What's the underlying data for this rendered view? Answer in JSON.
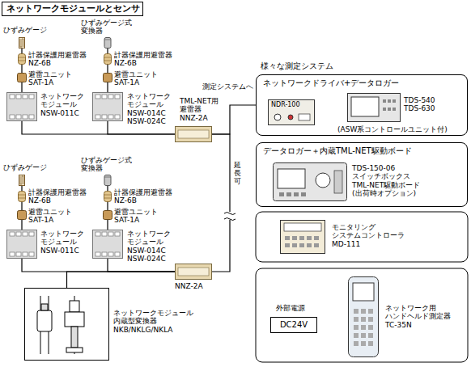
{
  "diagram": {
    "title": "ネットワークモジュールとセンサ",
    "nodes": [
      {
        "text": [
          "ネットワークモジュールとセンサ"
        ]
      },
      {
        "text": [
          "ひずみゲージ"
        ]
      },
      {
        "text": [
          "計器保護用避雷器 NZ-6B"
        ]
      },
      {
        "text": [
          "避雷ユニット SAT-1A"
        ]
      },
      {
        "text": [
          "ネットワーク モジュール NSW-011C"
        ]
      },
      {
        "text": [
          "ひずみゲージ式 変換器"
        ]
      },
      {
        "text": [
          "計器保護用避雷器 NZ-6B"
        ]
      },
      {
        "text": [
          "避雷ユニット SAT-1A"
        ]
      },
      {
        "text": [
          "ネットワーク モジュール NSW-014C NSW-024C"
        ]
      },
      {
        "text": [
          "TML-NET用 避雷器 NNZ-2A"
        ]
      },
      {
        "text": [
          "ひずみゲージ"
        ]
      },
      {
        "text": [
          "計器保護用避雷器 NZ-6B"
        ]
      },
      {
        "text": [
          "避雷ユニット SAT-1A"
        ]
      },
      {
        "text": [
          "ネットワーク モジュール NSW-011C"
        ]
      },
      {
        "text": [
          "ひずみゲージ式 変換器"
        ]
      },
      {
        "text": [
          "計器保護用避雷器 NZ-6B"
        ]
      },
      {
        "text": [
          "避雷ユニット SAT-1A"
        ]
      },
      {
        "text": [
          "ネットワーク モジュール NSW-014C NSW-024C"
        ]
      },
      {
        "text": [
          "NNZ-2A"
        ]
      },
      {
        "text": [
          "ネットワークモジュール 内蔵型変換器 NKB/NKLG/NKLA"
        ]
      },
      {
        "text": [
          "ネットワークドライバ+データロガー"
        ]
      },
      {
        "text": [
          "NDR-100"
        ],
        "in": 20
      },
      {
        "text": [
          "TDS-540 TDS-630",
          "(ASW系コントロールユニット付)"
        ],
        "in": 20
      },
      {
        "text": [
          "データロガー＋内蔵TML-NET駆動ボード"
        ]
      },
      {
        "text": [
          "TDS-150-06 スイッチボックス TML-NET駆動ボード (出荷時オプション)"
        ],
        "in": 23
      },
      {
        "text": [
          "モニタリング システムコントローラ MD-111"
        ]
      },
      {
        "text": [
          "外部電源",
          "DC24V"
        ]
      },
      {
        "text": [
          "ネットワーク用 ハンドヘルド測定器 TC-35N"
        ]
      }
    ],
    "edges": [
      {
        "from": 1,
        "to": 2,
        "arrow": "none"
      },
      {
        "from": 2,
        "to": 3,
        "arrow": "none"
      },
      {
        "from": 3,
        "to": 4,
        "arrow": "none"
      },
      {
        "from": 5,
        "to": 6,
        "arrow": "none"
      },
      {
        "from": 6,
        "to": 7,
        "arrow": "none"
      },
      {
        "from": 7,
        "to": 8,
        "arrow": "none"
      },
      {
        "from": 4,
        "to": 9,
        "arrow": "none"
      },
      {
        "from": 8,
        "to": 9,
        "arrow": "none"
      },
      {
        "from": 9,
        "to": 20,
        "arrow": "none"
      },
      {
        "from": 9,
        "to": 18,
        "arrow": "none"
      },
      {
        "from": 10,
        "to": 11,
        "arrow": "none"
      },
      {
        "from": 11,
        "to": 12,
        "arrow": "none"
      },
      {
        "from": 12,
        "to": 13,
        "arrow": "none"
      },
      {
        "from": 14,
        "to": 15,
        "arrow": "none"
      },
      {
        "from": 15,
        "to": 16,
        "arrow": "none"
      },
      {
        "from": 16,
        "to": 17,
        "arrow": "none"
      },
      {
        "from": 13,
        "to": 18,
        "arrow": "none"
      },
      {
        "from": 17,
        "to": 18,
        "arrow": "none"
      },
      {
        "from": 19,
        "to": 18,
        "arrow": "none"
      },
      {
        "from": 21,
        "to": 22,
        "arrow": "none"
      },
      {
        "from": 26,
        "to": 27,
        "arrow": "to"
      }
    ],
    "labels": [
      "様々な測定システム",
      "測定システムへ",
      "延長可"
    ]
  }
}
